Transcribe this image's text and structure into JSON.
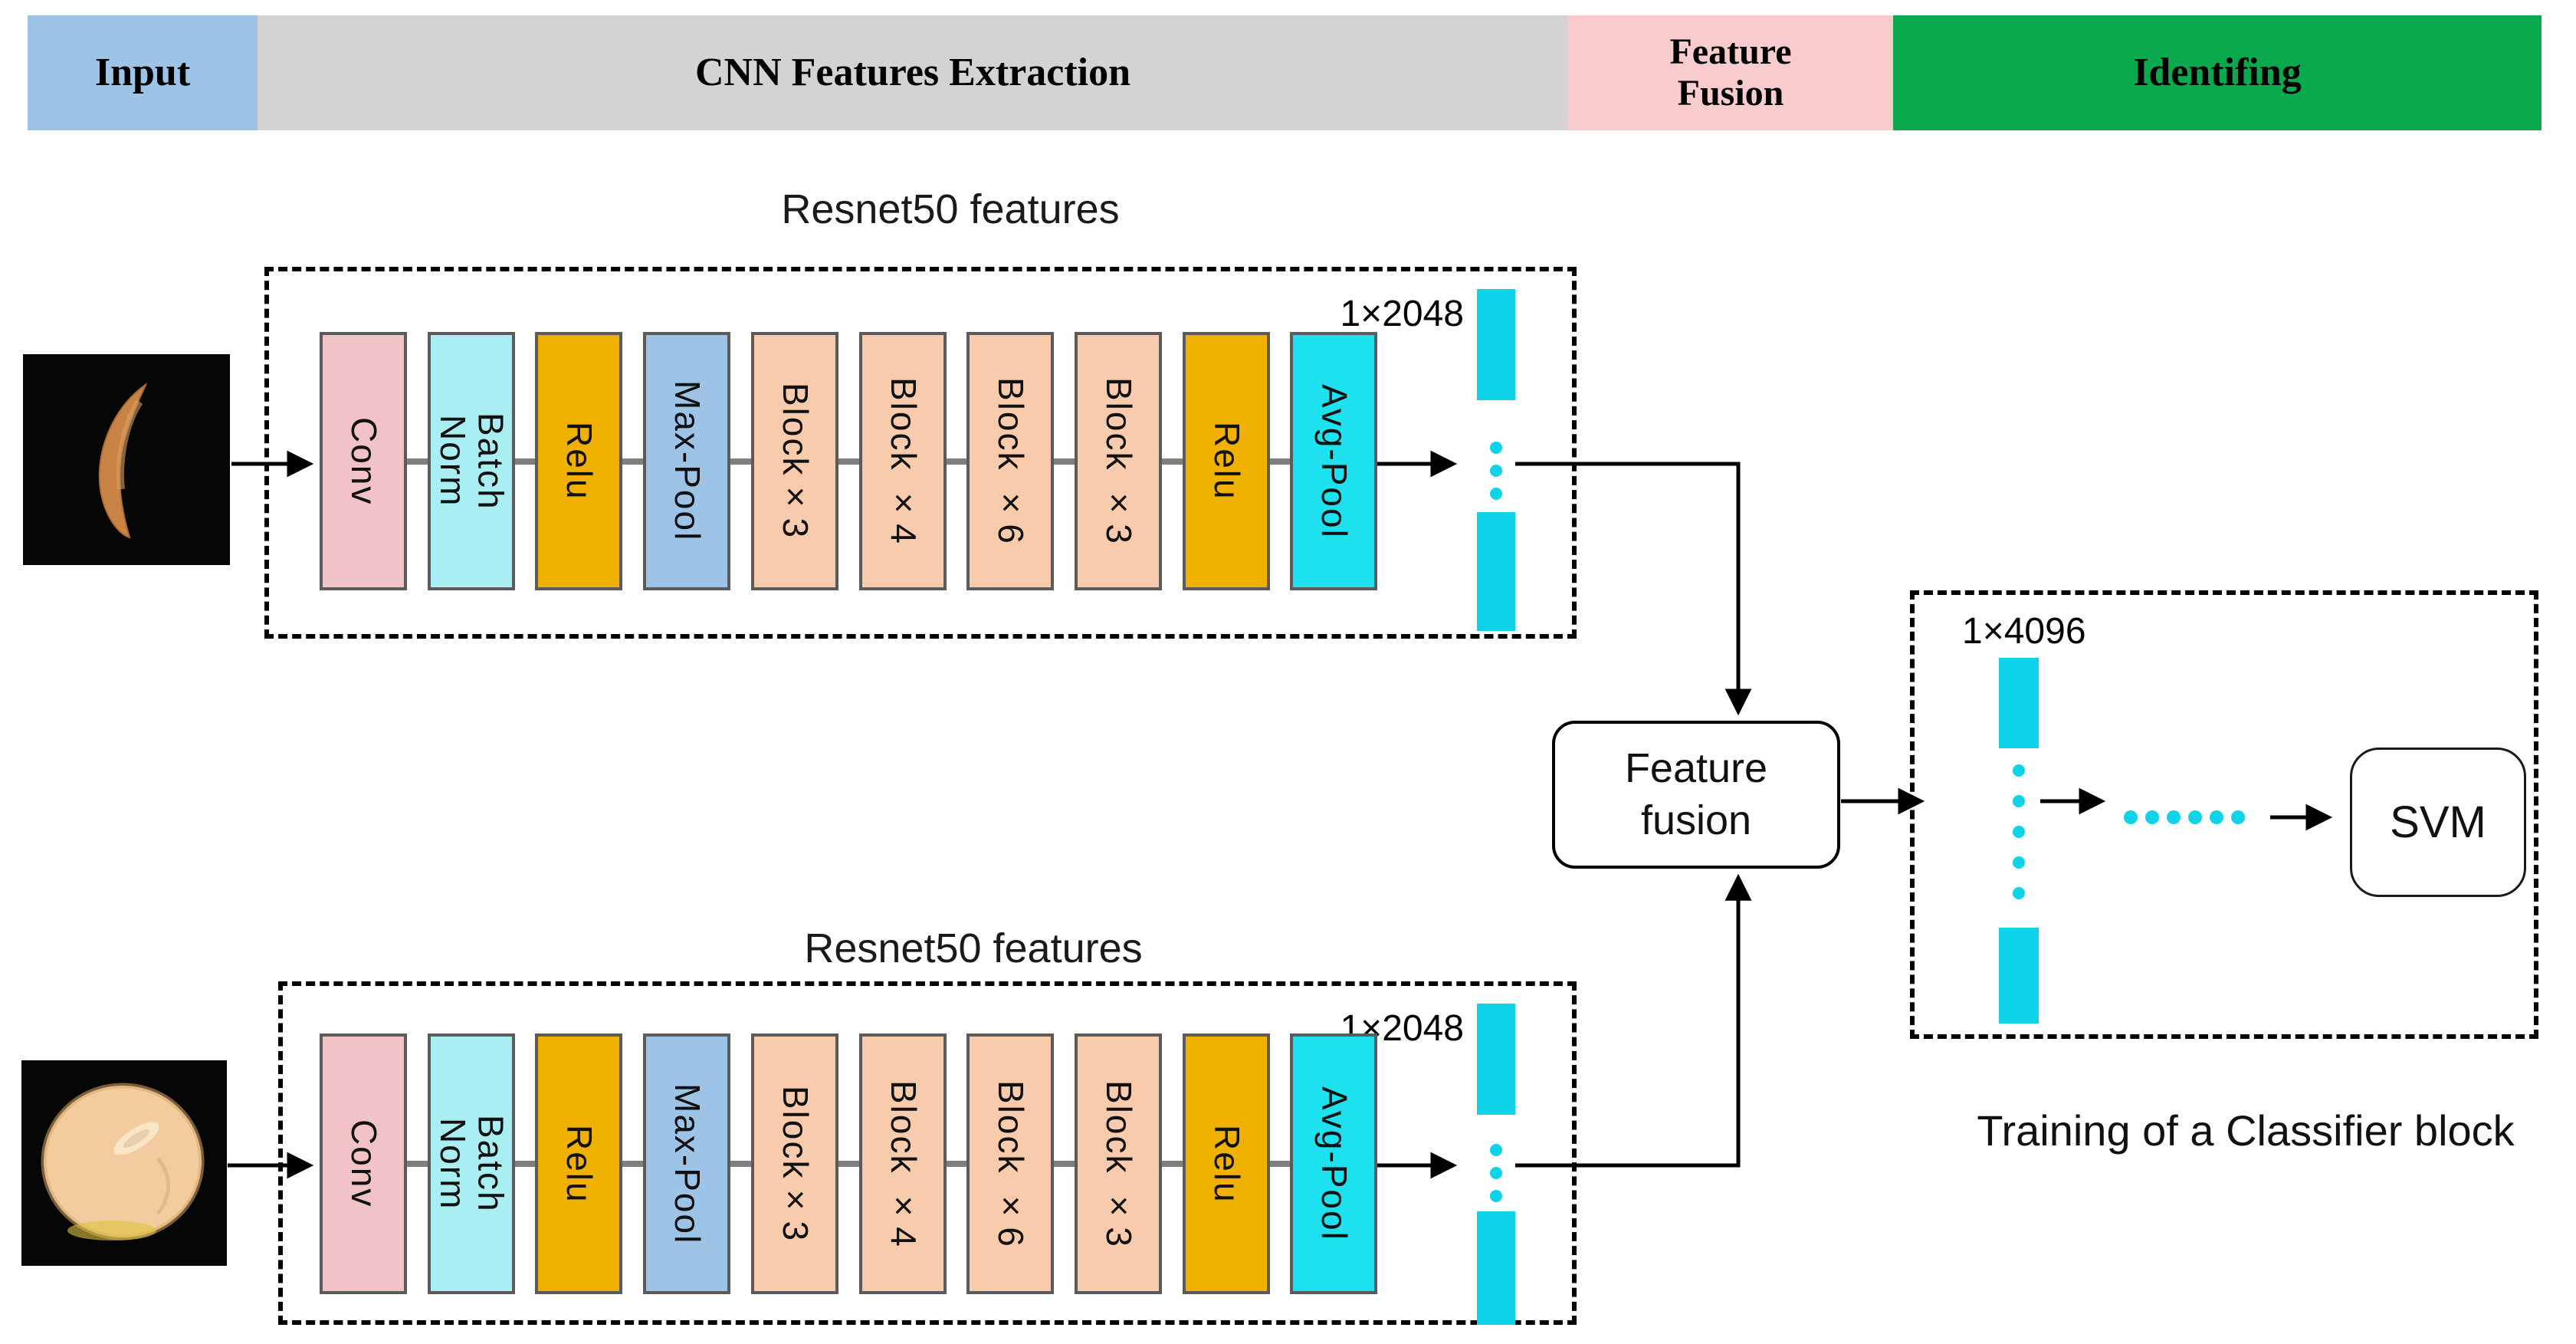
{
  "header": {
    "segments": [
      {
        "label": "Input",
        "bg": "#9DC3E6"
      },
      {
        "label": "CNN Features Extraction",
        "bg": "#D4D2D2"
      },
      {
        "label": "Feature\nFusion",
        "bg": "#F8CCCC"
      },
      {
        "label": "Identifing",
        "bg": "#0BA94D"
      }
    ]
  },
  "blocks": [
    {
      "label": "Conv",
      "bg": "#F2C3C6"
    },
    {
      "label": "Batch\nNorm",
      "bg": "#A8EEF2"
    },
    {
      "label": "Relu",
      "bg": "#F0B000"
    },
    {
      "label": "Max-Pool",
      "bg": "#9DC3E6"
    },
    {
      "label": "Block×3",
      "bg": "#F8CBAD"
    },
    {
      "label": "Block ×4",
      "bg": "#F8CBAD"
    },
    {
      "label": "Block ×6",
      "bg": "#F8CBAD"
    },
    {
      "label": "Block ×3",
      "bg": "#F8CBAD"
    },
    {
      "label": "Relu",
      "bg": "#F0B000"
    },
    {
      "label": "Avg-Pool",
      "bg": "#1EE1EF"
    }
  ],
  "pipeline_top": {
    "title": "Resnet50 features",
    "vector_label": "1×2048"
  },
  "pipeline_bottom": {
    "title": "Resnet50 features",
    "vector_label": "1×2048"
  },
  "fusion": {
    "label": "Feature\nfusion"
  },
  "classifier": {
    "vector_label": "1×4096",
    "svm_label": "SVM",
    "caption": "Training of a Classifier block"
  },
  "colors": {
    "vector_cyan": "#0ED3E9",
    "avgpool_cyan": "#1EE1EF",
    "block_border": "#5B5B5B",
    "connector_gray": "#7F7F7F",
    "header_blue": "#9DC3E6",
    "header_gray": "#D4D2D2",
    "header_pink": "#F8CCCC",
    "header_green": "#0BA94D"
  }
}
